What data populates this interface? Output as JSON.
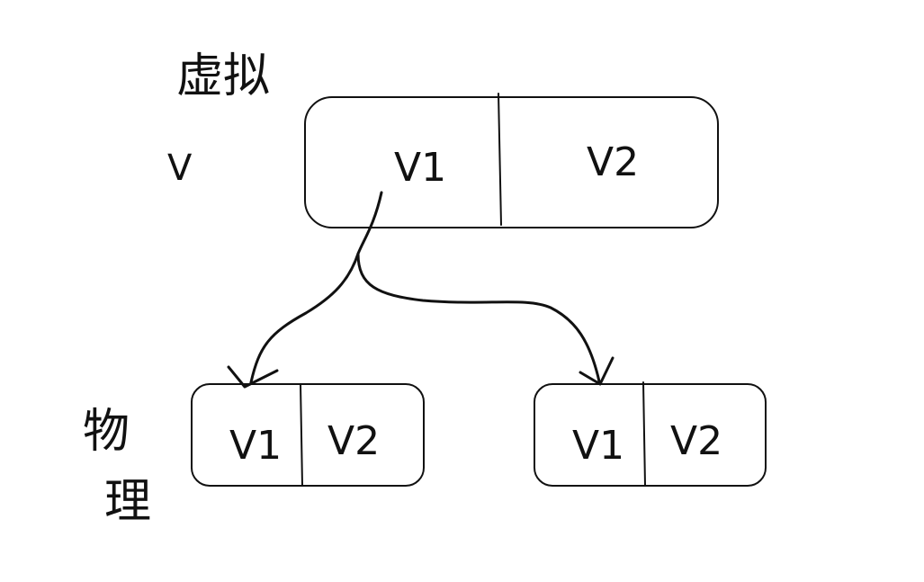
{
  "labels": {
    "virtual_title": "虚拟",
    "virtual_var": "V",
    "physical_title_char1": "物",
    "physical_title_char2": "理"
  },
  "virtual_block": {
    "cells": [
      "V1",
      "V2"
    ]
  },
  "physical_blocks": [
    {
      "cells": [
        "V1",
        "V2"
      ]
    },
    {
      "cells": [
        "V1",
        "V2"
      ]
    }
  ]
}
